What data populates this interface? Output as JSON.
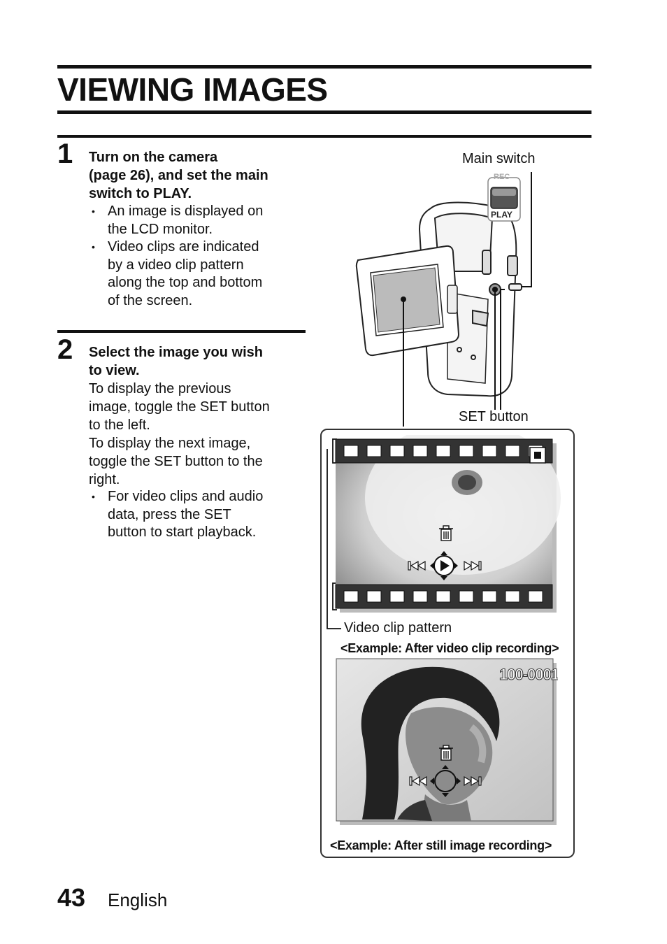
{
  "header": {
    "title": "VIEWING IMAGES"
  },
  "step1": {
    "number": "1",
    "heading": [
      "Turn on the camera",
      "(page 26), and set the main",
      "switch to PLAY."
    ],
    "bullets": [
      [
        "An image is displayed on",
        "the LCD monitor."
      ],
      [
        "Video clips are indicated",
        "by a video clip pattern",
        "along the top and bottom",
        "of the screen."
      ]
    ]
  },
  "step2": {
    "number": "2",
    "heading": [
      "Select the image you wish",
      "to view."
    ],
    "body": [
      "To display the previous",
      "image, toggle the SET button",
      "to the left.",
      "To display the next image,",
      "toggle the SET button to the",
      "right."
    ],
    "bullets": [
      [
        "For video clips and audio",
        "data, press the SET",
        "button to start playback."
      ]
    ]
  },
  "diagram": {
    "main_switch_label": "Main switch",
    "switch_rec": "REC",
    "switch_play": "PLAY",
    "set_button_label": "SET button",
    "video_clip_pattern_label": "Video clip pattern",
    "caption_video": "<Example: After video clip recording>",
    "caption_still": "<Example: After still image recording>",
    "file_number": "100-0001",
    "icons": [
      "trash-icon",
      "skip-back-icon",
      "play-icon",
      "skip-forward-icon",
      "stop-icon"
    ]
  },
  "footer": {
    "page_number": "43",
    "language": "English"
  }
}
